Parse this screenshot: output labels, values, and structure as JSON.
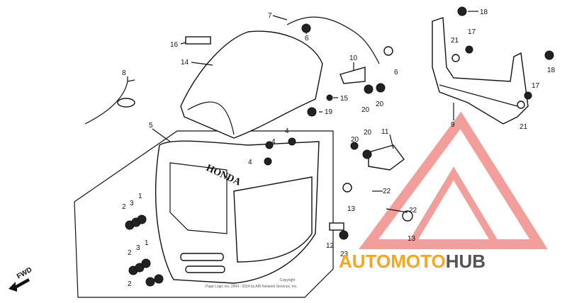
{
  "diagram": {
    "brand_text": "HONDA",
    "fwd_label": "FWD",
    "copyright_line1": "Copyright",
    "copyright_line2": "Page Logic Inc. 2004 - 2014 by ARI Network Services, Inc.",
    "callouts": {
      "c1": "7",
      "c2": "6",
      "c3": "18",
      "c4": "16",
      "c5": "14",
      "c6": "21",
      "c7": "17",
      "c8": "6",
      "c9": "18",
      "c10": "10",
      "c11": "8",
      "c12": "15",
      "c13": "20",
      "c14": "20",
      "c15": "17",
      "c16": "19",
      "c17": "9",
      "c18": "21",
      "c19": "5",
      "c20": "4",
      "c21": "4",
      "c22": "4",
      "c23": "20",
      "c24": "11",
      "c25": "20",
      "c26": "22",
      "c27": "13",
      "c28": "2",
      "c29": "3",
      "c30": "1",
      "c31": "22",
      "c32": "13",
      "c33": "12",
      "c34": "23",
      "c35": "2",
      "c36": "3",
      "c37": "1",
      "c38": "2"
    }
  },
  "watermark": {
    "text_part1": "AUTOMOTO",
    "text_part2": "HUB",
    "color_orange": "#f5a623",
    "color_red": "#e8504a",
    "color_gray": "#555555"
  }
}
